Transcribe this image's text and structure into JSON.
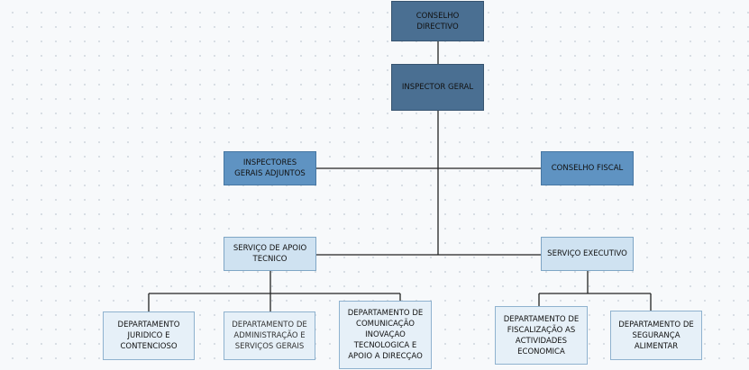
{
  "nodes": {
    "conselho_directivo": "CONSELHO DIRECTIVO",
    "inspector_geral": "INSPECTOR GERAL",
    "inspectores_adjuntos": "INSPECTORES GERAIS ADJUNTOS",
    "conselho_fiscal": "CONSELHO FISCAL",
    "servico_apoio": "SERVIÇO DE APOIO TECNICO",
    "servico_executivo": "SERVIÇO EXECUTIVO",
    "dep_juridico": "DEPARTAMENTO JURIDICO E CONTENCIOSO",
    "dep_administracao": "DEPARTAMENTO DE ADMINISTRAÇÃO E SERVIÇOS GERAIS",
    "dep_comunicacao": "DEPARTAMENTO DE COMUNICAÇÃO INOVAÇAO TECNOLOGICA E APOIO A DIRECÇAO",
    "dep_fiscalizacao": "DEPARTAMENTO DE FISCALIZAÇÃO AS ACTIVIDADES ECONOMICA",
    "dep_seguranca": "DEPARTAMENTO DE SEGURANÇA ALIMENTAR"
  }
}
